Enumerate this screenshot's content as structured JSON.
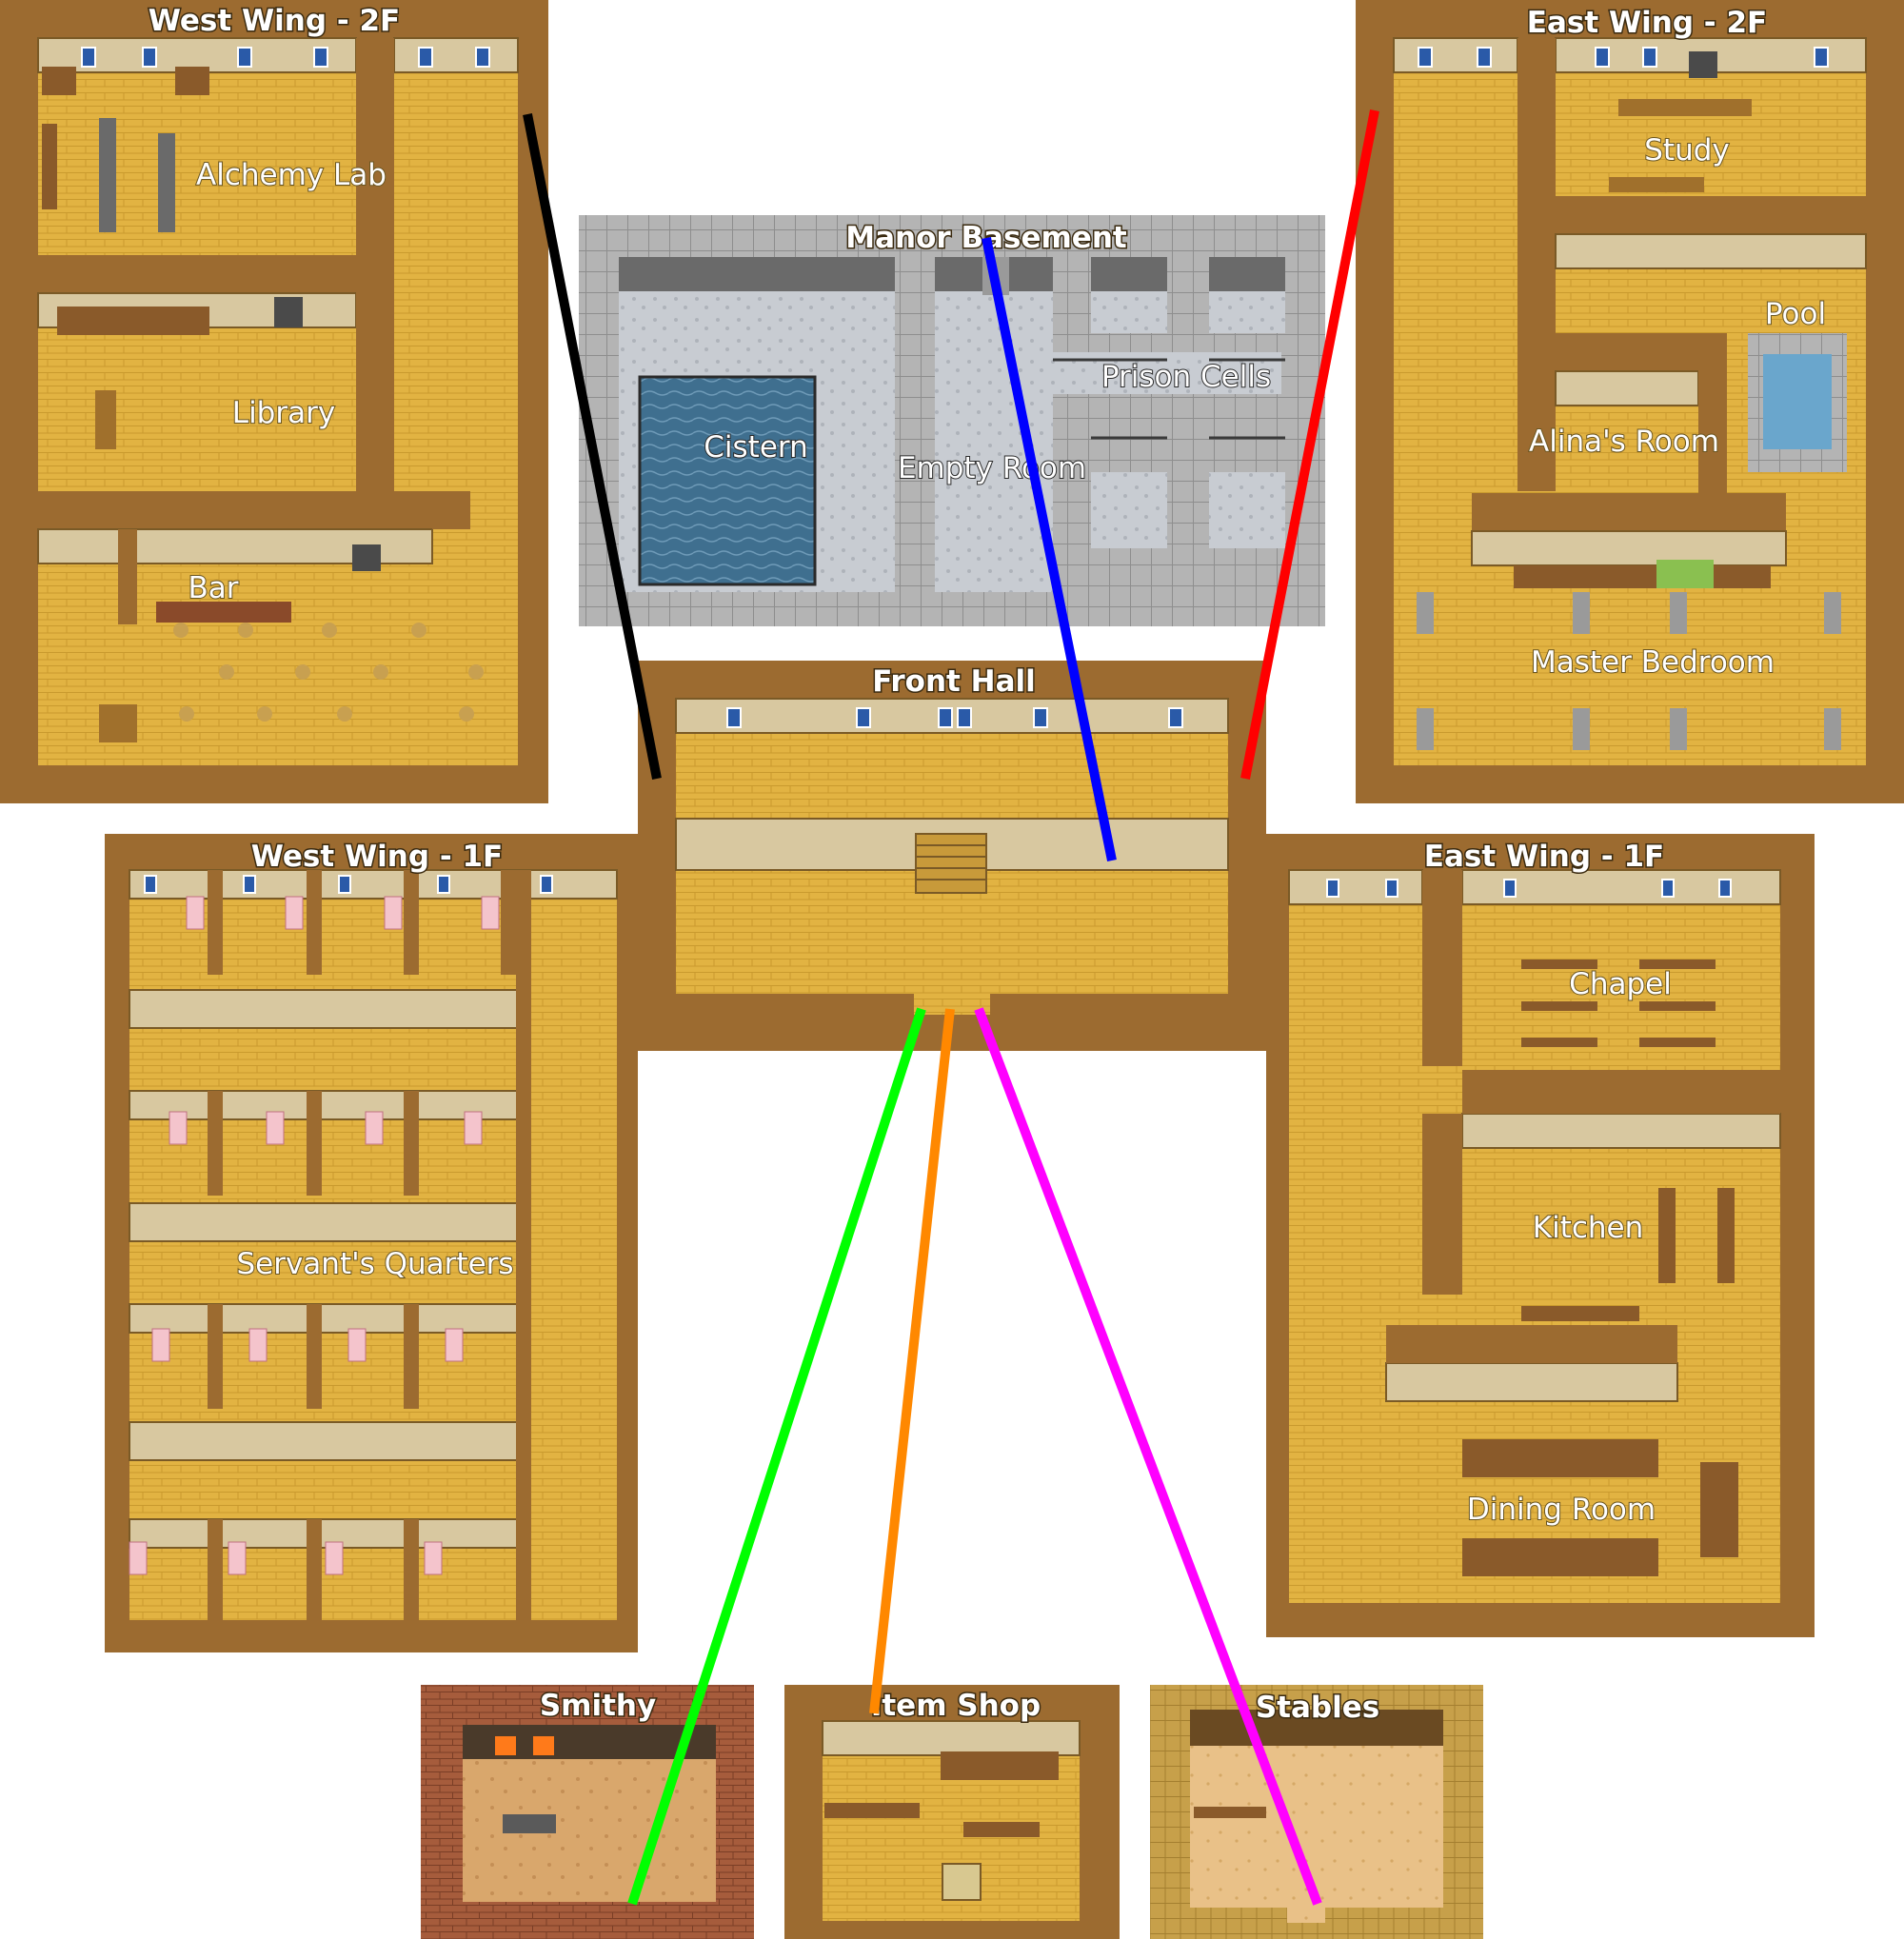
{
  "map": {
    "areas": [
      {
        "id": "west-wing-2f",
        "title": "West Wing - 2F",
        "rooms": [
          "Alchemy Lab",
          "Library",
          "Bar"
        ]
      },
      {
        "id": "east-wing-2f",
        "title": "East Wing - 2F",
        "rooms": [
          "Study",
          "Pool",
          "Alina's Room",
          "Master Bedroom"
        ]
      },
      {
        "id": "manor-basement",
        "title": "Manor Basement",
        "rooms": [
          "Cistern",
          "Empty Room",
          "Prison Cells"
        ]
      },
      {
        "id": "front-hall",
        "title": "Front Hall",
        "rooms": []
      },
      {
        "id": "west-wing-1f",
        "title": "West Wing - 1F",
        "rooms": [
          "Servant's Quarters"
        ]
      },
      {
        "id": "east-wing-1f",
        "title": "East Wing - 1F",
        "rooms": [
          "Chapel",
          "Kitchen",
          "Dining Room"
        ]
      },
      {
        "id": "smithy",
        "title": "Smithy",
        "rooms": []
      },
      {
        "id": "item-shop",
        "title": "Item Shop",
        "rooms": []
      },
      {
        "id": "stables",
        "title": "Stables",
        "rooms": []
      }
    ],
    "connectors": [
      {
        "from": "Front Hall",
        "to": "West Wing - 2F",
        "color": "#000000"
      },
      {
        "from": "Front Hall",
        "to": "Manor Basement",
        "color": "#0000ff"
      },
      {
        "from": "Front Hall",
        "to": "East Wing - 2F",
        "color": "#ff0000"
      },
      {
        "from": "Front Hall",
        "to": "Smithy",
        "color": "#00ff00"
      },
      {
        "from": "Front Hall",
        "to": "Item Shop",
        "color": "#ff8800"
      },
      {
        "from": "Front Hall",
        "to": "Stables",
        "color": "#ff00ff"
      }
    ]
  },
  "colors": {
    "wall": "#9c6b30",
    "floor": "#e2b342",
    "stone": "#b8b8b8",
    "water": "#3c6a8a",
    "brick": "#a0583a"
  }
}
